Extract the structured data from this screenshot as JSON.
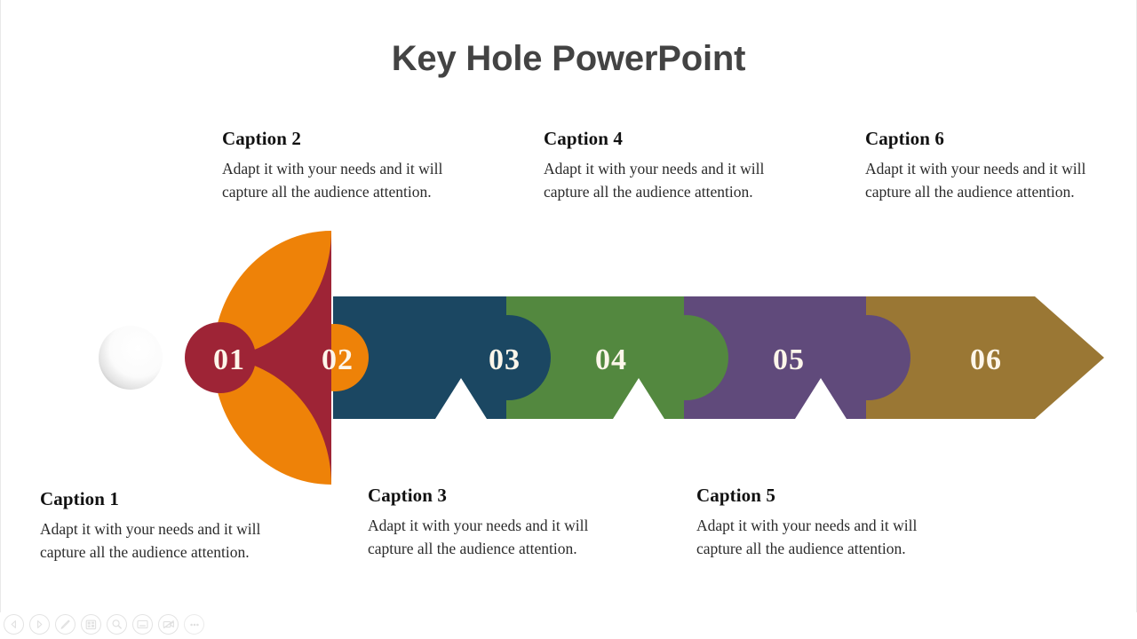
{
  "slide": {
    "title": "Key Hole PowerPoint",
    "background_color": "#ffffff",
    "title_color": "#434343"
  },
  "key_diagram": {
    "shape": "key-with-puzzle-shaft",
    "keyhole_color": "#ffffff",
    "number_text_color": "#fdf6ea",
    "segments": [
      {
        "number": "01",
        "color": "#9e2436",
        "part": "key-head-left-half"
      },
      {
        "number": "02",
        "color": "#ee8208",
        "part": "key-head-right-half"
      },
      {
        "number": "03",
        "color": "#1b4762",
        "part": "shaft-puzzle-piece"
      },
      {
        "number": "04",
        "color": "#53883f",
        "part": "shaft-puzzle-piece"
      },
      {
        "number": "05",
        "color": "#604a7b",
        "part": "shaft-puzzle-piece"
      },
      {
        "number": "06",
        "color": "#9a7734",
        "part": "shaft-arrow-tip"
      }
    ]
  },
  "captions": [
    {
      "id": "caption-1",
      "title": "Caption 1",
      "body": "Adapt it with your needs and it will capture all the audience attention.",
      "position": "bottom-left"
    },
    {
      "id": "caption-2",
      "title": "Caption 2",
      "body": "Adapt it with your needs and it will capture all the audience attention.",
      "position": "top-left"
    },
    {
      "id": "caption-3",
      "title": "Caption 3",
      "body": "Adapt it with your needs and it will capture all the audience attention.",
      "position": "bottom-center"
    },
    {
      "id": "caption-4",
      "title": "Caption 4",
      "body": "Adapt it with your needs and it will capture all the audience attention.",
      "position": "top-center"
    },
    {
      "id": "caption-5",
      "title": "Caption 5",
      "body": "Adapt it with your needs and it will capture all the audience attention.",
      "position": "bottom-right"
    },
    {
      "id": "caption-6",
      "title": "Caption 6",
      "body": "Adapt it with your needs and it will capture all the audience attention.",
      "position": "top-right"
    }
  ],
  "toolbar": {
    "icon_color": "#e3e3e3",
    "buttons": [
      {
        "name": "previous-slide",
        "icon": "triangle-left-icon"
      },
      {
        "name": "next-slide",
        "icon": "triangle-right-icon"
      },
      {
        "name": "pen-tool",
        "icon": "pen-icon"
      },
      {
        "name": "all-slides",
        "icon": "grid-slides-icon"
      },
      {
        "name": "zoom-tool",
        "icon": "magnifier-icon"
      },
      {
        "name": "subtitles",
        "icon": "caption-box-icon"
      },
      {
        "name": "camera-off",
        "icon": "camera-off-icon"
      },
      {
        "name": "more-options",
        "icon": "ellipsis-icon"
      }
    ]
  }
}
